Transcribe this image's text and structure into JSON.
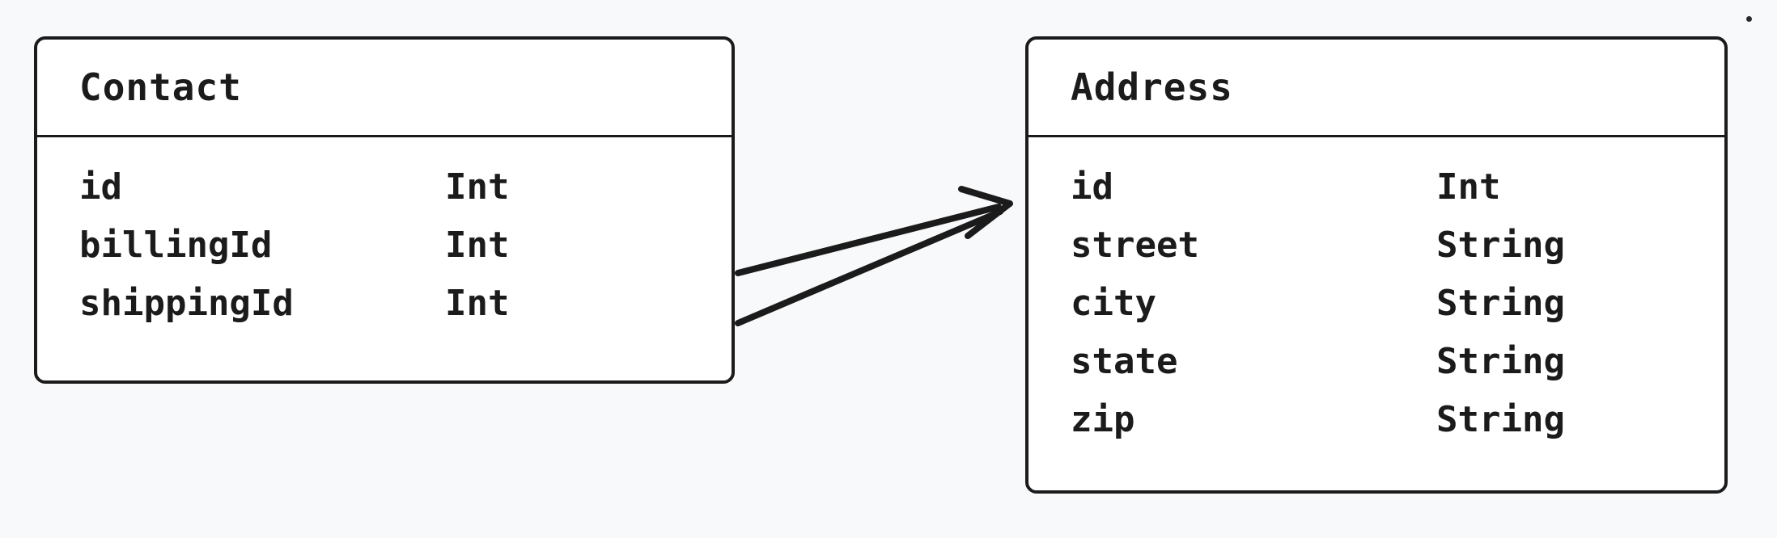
{
  "diagram": {
    "type": "entity-relationship",
    "entities": [
      {
        "name": "Contact",
        "fields": [
          {
            "name": "id",
            "type": "Int"
          },
          {
            "name": "billingId",
            "type": "Int"
          },
          {
            "name": "shippingId",
            "type": "Int"
          }
        ]
      },
      {
        "name": "Address",
        "fields": [
          {
            "name": "id",
            "type": "Int"
          },
          {
            "name": "street",
            "type": "String"
          },
          {
            "name": "city",
            "type": "String"
          },
          {
            "name": "state",
            "type": "String"
          },
          {
            "name": "zip",
            "type": "String"
          }
        ]
      }
    ],
    "relations": [
      {
        "from": "Contact.billingId",
        "to": "Address.id"
      },
      {
        "from": "Contact.shippingId",
        "to": "Address.id"
      }
    ]
  },
  "colors": {
    "stroke": "#1b1b1b",
    "entity_fill": "#ffffff",
    "background": "#f8f9fa"
  }
}
